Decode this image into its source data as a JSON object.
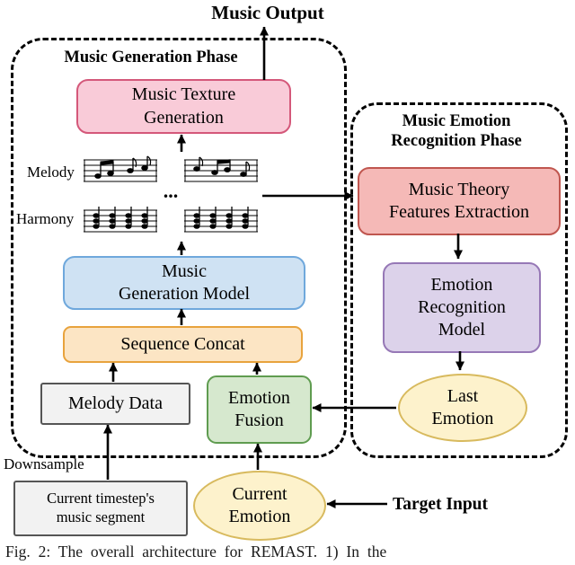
{
  "colors": {
    "texture-fill": "#f9cbd8",
    "texture-stroke": "#d4587a",
    "features-fill": "#f5b9b7",
    "features-stroke": "#c0564f",
    "model-fill": "#cfe2f3",
    "model-stroke": "#6fa8dc",
    "concat-fill": "#fce5c4",
    "concat-stroke": "#e8a33d",
    "gray-fill": "#f2f2f2",
    "gray-stroke": "#555555",
    "fusion-fill": "#d6e8ce",
    "fusion-stroke": "#5f9c50",
    "recognition-fill": "#dcd2ea",
    "recognition-stroke": "#9678b6",
    "emotion-fill": "#fdf2cc",
    "emotion-stroke": "#d8ba5e"
  },
  "output_label": "Music Output",
  "generation_phase": {
    "title": "Music Generation Phase",
    "texture_box": "Music Texture\nGeneration",
    "model_box": "Music\nGeneration Model",
    "concat_box": "Sequence Concat",
    "melody_data_box": "Melody Data",
    "fusion_box": "Emotion\nFusion",
    "score": {
      "melody_label": "Melody",
      "harmony_label": "Harmony",
      "ellipsis": "..."
    }
  },
  "recognition_phase": {
    "title": "Music Emotion\nRecognition Phase",
    "features_box": "Music Theory\nFeatures Extraction",
    "model_box": "Emotion\nRecognition\nModel",
    "last_emotion_box": "Last\nEmotion"
  },
  "input_section": {
    "downsample_label": "Downsample",
    "segment_box": "Current timestep's\nmusic segment",
    "current_emotion_box": "Current\nEmotion",
    "target_input_label": "Target Input"
  },
  "caption": "Fig. 2: The overall architecture for REMAST. 1) In the"
}
